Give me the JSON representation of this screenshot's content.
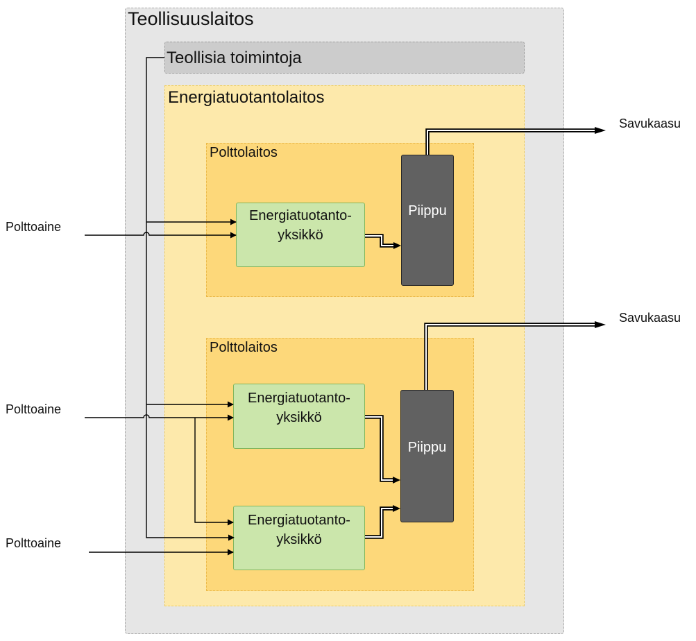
{
  "industrial_plant": {
    "label": "Teollisuuslaitos"
  },
  "industrial_activities": {
    "label": "Teollisia toimintoja"
  },
  "energy_plant": {
    "label": "Energiatuotantolaitos"
  },
  "combustion_plant_1": {
    "label": "Polttolaitos",
    "unit": {
      "line1": "Energiatuotanto-",
      "line2": "yksikkö"
    },
    "stack": {
      "label": "Piippu"
    }
  },
  "combustion_plant_2": {
    "label": "Polttolaitos",
    "unit_a": {
      "line1": "Energiatuotanto-",
      "line2": "yksikkö"
    },
    "unit_b": {
      "line1": "Energiatuotanto-",
      "line2": "yksikkö"
    },
    "stack": {
      "label": "Piippu"
    }
  },
  "inputs": {
    "fuel_1": "Polttoaine",
    "fuel_2": "Polttoaine",
    "fuel_3": "Polttoaine"
  },
  "outputs": {
    "flue_gas_1": "Savukaasu",
    "flue_gas_2": "Savukaasu"
  },
  "colors": {
    "plant_bg": "#e6e6e6",
    "activities_bg": "#cccccc",
    "energy_bg": "#fde9ab",
    "combustion_bg": "#fdd87a",
    "unit_bg": "#cbe6ab",
    "unit_border": "#82b65d",
    "stack_bg": "#616161"
  }
}
